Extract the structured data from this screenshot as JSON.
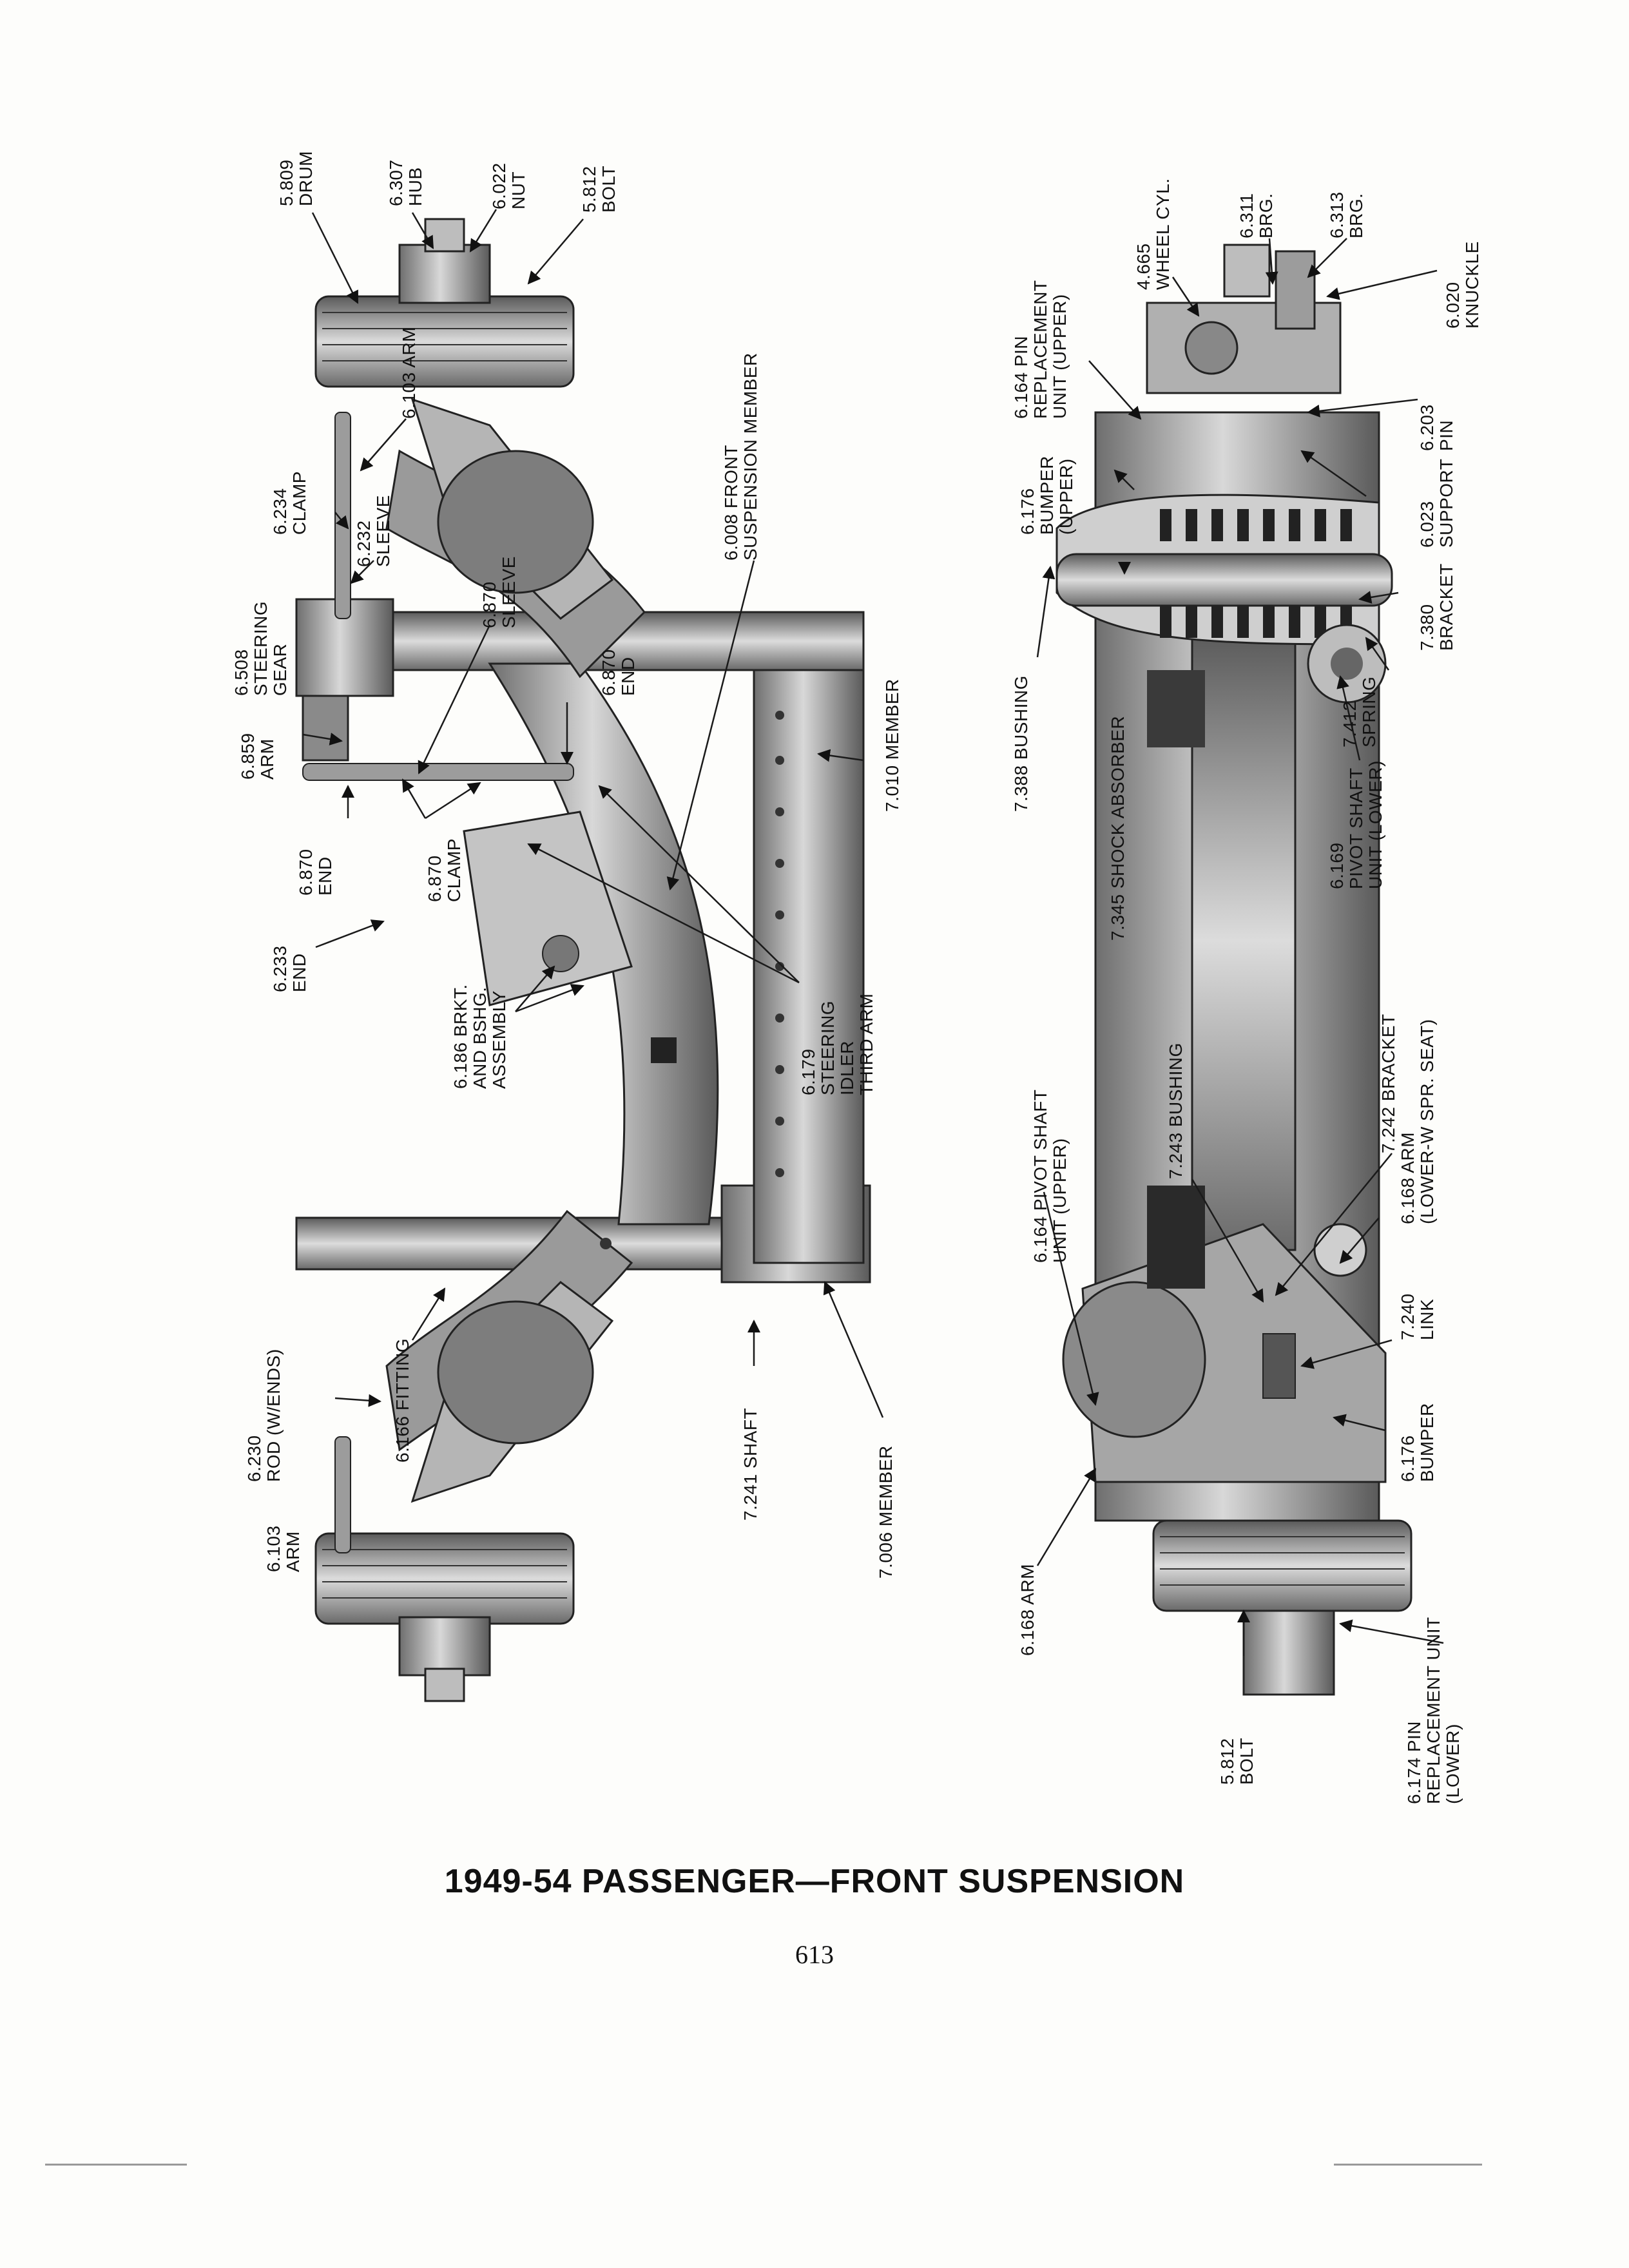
{
  "title": "1949-54 PASSENGER—FRONT SUSPENSION",
  "page_number": "613",
  "colors": {
    "ink": "#111111",
    "paper": "#fdfdfb",
    "part_shade": "#8a8a8a",
    "part_light": "#c9c9c9"
  },
  "callouts": [
    {
      "id": "c1",
      "lines": [
        "5.809",
        "DRUM"
      ]
    },
    {
      "id": "c2",
      "lines": [
        "6.307",
        "HUB"
      ]
    },
    {
      "id": "c3",
      "lines": [
        "6.022",
        "NUT"
      ]
    },
    {
      "id": "c4",
      "lines": [
        "5.812",
        "BOLT"
      ]
    },
    {
      "id": "c5",
      "lines": [
        "6.103 ARM"
      ]
    },
    {
      "id": "c6",
      "lines": [
        "6.234",
        "CLAMP"
      ]
    },
    {
      "id": "c7",
      "lines": [
        "6.232",
        "SLEEVE"
      ]
    },
    {
      "id": "c8",
      "lines": [
        "6.870",
        "SLEEVE"
      ]
    },
    {
      "id": "c9",
      "lines": [
        "6.508",
        "STEERING",
        "GEAR"
      ]
    },
    {
      "id": "c10",
      "lines": [
        "6.859",
        "ARM"
      ]
    },
    {
      "id": "c11",
      "lines": [
        "6.870",
        "END"
      ]
    },
    {
      "id": "c12",
      "lines": [
        "6.870",
        "END"
      ]
    },
    {
      "id": "c13",
      "lines": [
        "6.870",
        "CLAMP"
      ]
    },
    {
      "id": "c14",
      "lines": [
        "6.233",
        "END"
      ]
    },
    {
      "id": "c15",
      "lines": [
        "6.186 BRKT.",
        "AND BSHG.",
        "ASSEMBLY"
      ]
    },
    {
      "id": "c16",
      "lines": [
        "6.179",
        "STEERING",
        "IDLER",
        "THIRD ARM"
      ]
    },
    {
      "id": "c17",
      "lines": [
        "6.008 FRONT",
        "SUSPENSION MEMBER"
      ]
    },
    {
      "id": "c18",
      "lines": [
        "7.010 MEMBER"
      ]
    },
    {
      "id": "c19",
      "lines": [
        "6.230",
        "ROD (W/ENDS)"
      ]
    },
    {
      "id": "c20",
      "lines": [
        "6.166 FITTING"
      ]
    },
    {
      "id": "c21",
      "lines": [
        "6.103",
        "ARM"
      ]
    },
    {
      "id": "c22",
      "lines": [
        "7.241 SHAFT"
      ]
    },
    {
      "id": "c23",
      "lines": [
        "7.006 MEMBER"
      ]
    },
    {
      "id": "c24",
      "lines": [
        "6.164 PIN",
        "REPLACEMENT",
        "UNIT (UPPER)"
      ]
    },
    {
      "id": "c25",
      "lines": [
        "4.665",
        "WHEEL CYL."
      ]
    },
    {
      "id": "c26",
      "lines": [
        "6.311",
        "BRG."
      ]
    },
    {
      "id": "c27",
      "lines": [
        "6.313",
        "BRG."
      ]
    },
    {
      "id": "c28",
      "lines": [
        "6.020",
        "KNUCKLE"
      ]
    },
    {
      "id": "c29",
      "lines": [
        "6.176",
        "BUMPER",
        "(UPPER)"
      ]
    },
    {
      "id": "c30",
      "lines": [
        "6.203",
        "PIN"
      ]
    },
    {
      "id": "c31",
      "lines": [
        "6.023",
        "SUPPORT"
      ]
    },
    {
      "id": "c32",
      "lines": [
        "7.388 BUSHING"
      ]
    },
    {
      "id": "c33",
      "lines": [
        "7.380",
        "BRACKET"
      ]
    },
    {
      "id": "c34",
      "lines": [
        "7.412",
        "SPRING"
      ]
    },
    {
      "id": "c35",
      "lines": [
        "6.169",
        "PIVOT SHAFT",
        "UNIT (LOWER)"
      ]
    },
    {
      "id": "c36",
      "lines": [
        "7.345 SHOCK ABSORBER"
      ]
    },
    {
      "id": "c37",
      "lines": [
        "6.164 PIVOT SHAFT",
        "UNIT (UPPER)"
      ]
    },
    {
      "id": "c38",
      "lines": [
        "7.243 BUSHING"
      ]
    },
    {
      "id": "c39",
      "lines": [
        "7.242 BRACKET"
      ]
    },
    {
      "id": "c40",
      "lines": [
        "6.168 ARM",
        "(LOWER-W SPR. SEAT)"
      ]
    },
    {
      "id": "c41",
      "lines": [
        "7.240",
        "LINK"
      ]
    },
    {
      "id": "c42",
      "lines": [
        "6.176",
        "BUMPER"
      ]
    },
    {
      "id": "c43",
      "lines": [
        "6.168 ARM"
      ]
    },
    {
      "id": "c44",
      "lines": [
        "6.174 PIN",
        "REPLACEMENT UNIT",
        "(LOWER)"
      ]
    },
    {
      "id": "c45",
      "lines": [
        "5.812",
        "BOLT"
      ]
    }
  ]
}
